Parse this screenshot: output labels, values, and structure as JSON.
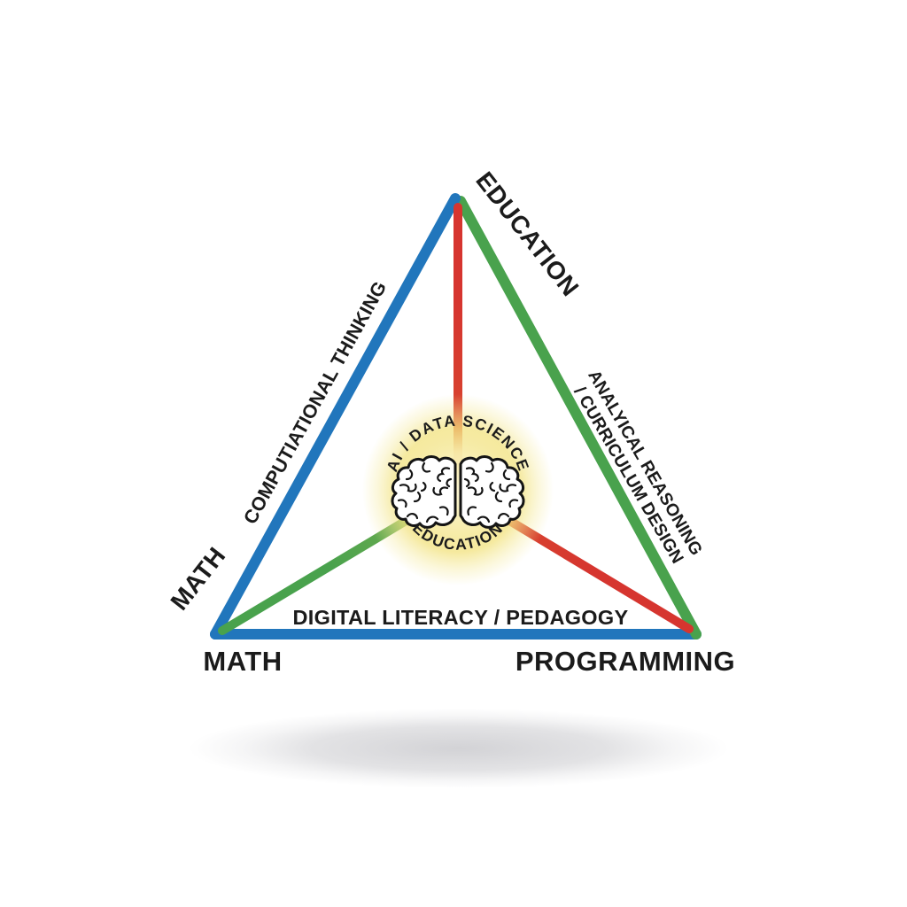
{
  "diagram": {
    "type": "concept-triangle",
    "center": {
      "arc_text_top": "AI / DATA SCIENCE",
      "arc_text_bottom": "EDUCATION",
      "icon": "brain-icon"
    },
    "vertices": {
      "top": "EDUCATION",
      "bottom_left": "MATH",
      "bottom_left_rotated": "MATH",
      "bottom_right": "PROGRAMMING"
    },
    "edges": {
      "left_label": "COMPUTIATIONAL THINKING",
      "right_label_line1": "ANALYICAL REASONING",
      "right_label_line2": "/ CURRICULUM DESIGN",
      "bottom_label": "DIGITAL LITERACY / PEDAGOGY"
    },
    "colors": {
      "edge_blue": "#2176bc",
      "edge_green": "#49a24d",
      "spoke_red": "#d6352f",
      "spoke_orange": "#eaa83e",
      "spoke_green": "#49a24d",
      "spoke_yellow_green": "#cfc85a",
      "glow_yellow": "#f2e27e",
      "glow_pale": "#fcf6d4",
      "text_black": "#1b1b1b",
      "shadow_gray": "#aeaeb4",
      "background": "#ffffff"
    }
  }
}
